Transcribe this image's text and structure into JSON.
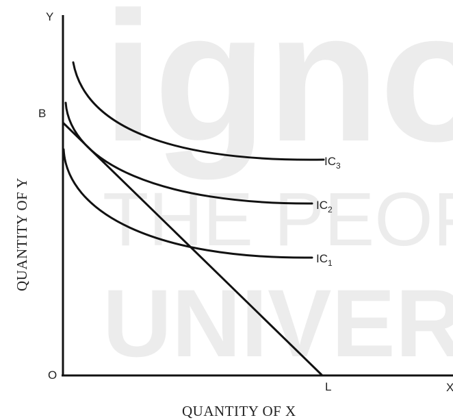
{
  "watermark": {
    "line1": "igno",
    "line2": "THE PEOPL",
    "line3": "UNIVERS"
  },
  "axes": {
    "y_letter": "Y",
    "x_letter": "X",
    "origin": "O",
    "b_label": "B",
    "l_label": "L",
    "x_title": "QUANTITY OF X",
    "y_title": "QUANTITY OF  Y"
  },
  "curves": {
    "ic3": {
      "main": "IC",
      "sub": "3"
    },
    "ic2": {
      "main": "IC",
      "sub": "2"
    },
    "ic1": {
      "main": "IC",
      "sub": "1"
    }
  }
}
